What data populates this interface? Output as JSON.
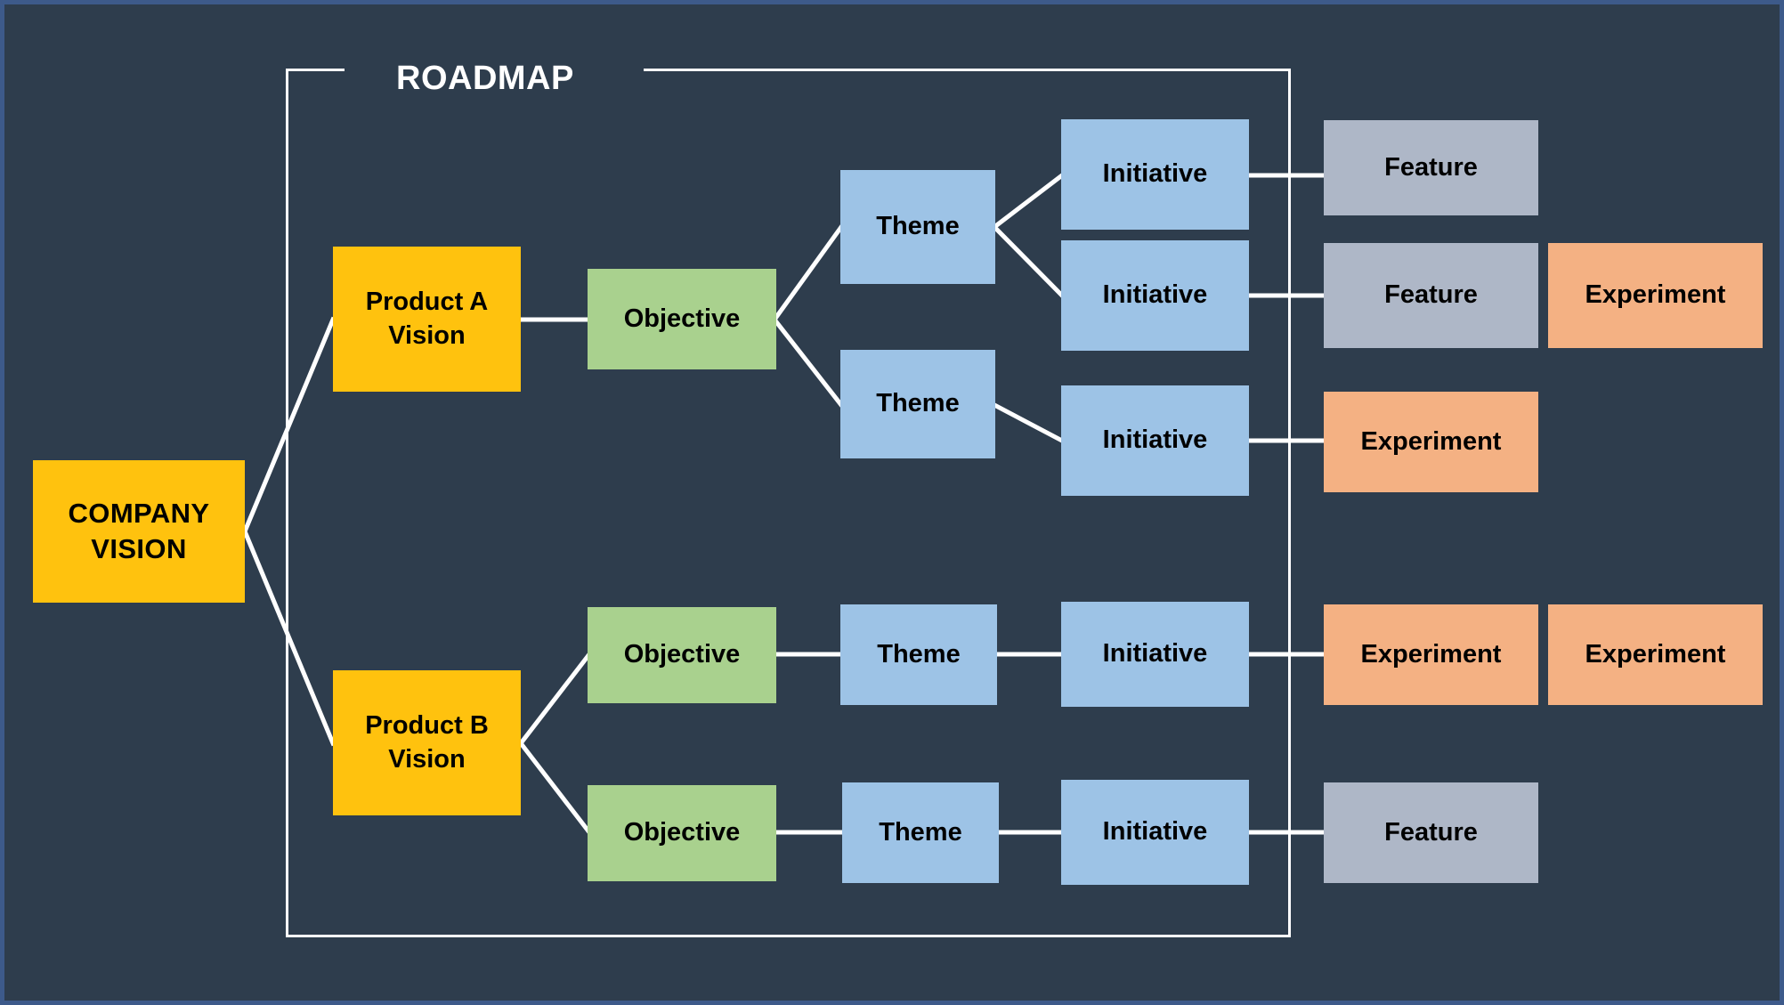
{
  "slide": {
    "background_color": "#2e3d4d",
    "outer_border_color": "#3d5a8a",
    "line_color": "#ffffff",
    "text_color": "#000000"
  },
  "frame": {
    "label": "ROADMAP",
    "label_color": "#ffffff"
  },
  "palette": {
    "vision": "#ffc20e",
    "objective": "#a9d18e",
    "theme": "#9dc3e6",
    "initiative": "#9dc3e6",
    "feature": "#aeb7c7",
    "experiment": "#f4b183"
  },
  "nodes": {
    "company_vision": {
      "label": "COMPANY\nVISION",
      "type": "vision"
    },
    "product_a_vision": {
      "label": "Product A\nVision",
      "type": "vision"
    },
    "product_b_vision": {
      "label": "Product B\nVision",
      "type": "vision"
    },
    "objective_a1": {
      "label": "Objective",
      "type": "objective"
    },
    "objective_b1": {
      "label": "Objective",
      "type": "objective"
    },
    "objective_b2": {
      "label": "Objective",
      "type": "objective"
    },
    "theme_a1": {
      "label": "Theme",
      "type": "theme"
    },
    "theme_a2": {
      "label": "Theme",
      "type": "theme"
    },
    "theme_b1": {
      "label": "Theme",
      "type": "theme"
    },
    "theme_b2": {
      "label": "Theme",
      "type": "theme"
    },
    "initiative_a1": {
      "label": "Initiative",
      "type": "initiative"
    },
    "initiative_a2": {
      "label": "Initiative",
      "type": "initiative"
    },
    "initiative_a3": {
      "label": "Initiative",
      "type": "initiative"
    },
    "initiative_b1": {
      "label": "Initiative",
      "type": "initiative"
    },
    "initiative_b2": {
      "label": "Initiative",
      "type": "initiative"
    },
    "feature_a1": {
      "label": "Feature",
      "type": "feature"
    },
    "feature_a2": {
      "label": "Feature",
      "type": "feature"
    },
    "feature_b1": {
      "label": "Feature",
      "type": "feature"
    },
    "experiment_a1": {
      "label": "Experiment",
      "type": "experiment"
    },
    "experiment_a2": {
      "label": "Experiment",
      "type": "experiment"
    },
    "experiment_b1": {
      "label": "Experiment",
      "type": "experiment"
    },
    "experiment_b2": {
      "label": "Experiment",
      "type": "experiment"
    }
  },
  "hierarchy_levels": [
    "COMPANY VISION",
    "Product Vision",
    "Objective",
    "Theme",
    "Initiative",
    "Feature / Experiment"
  ]
}
